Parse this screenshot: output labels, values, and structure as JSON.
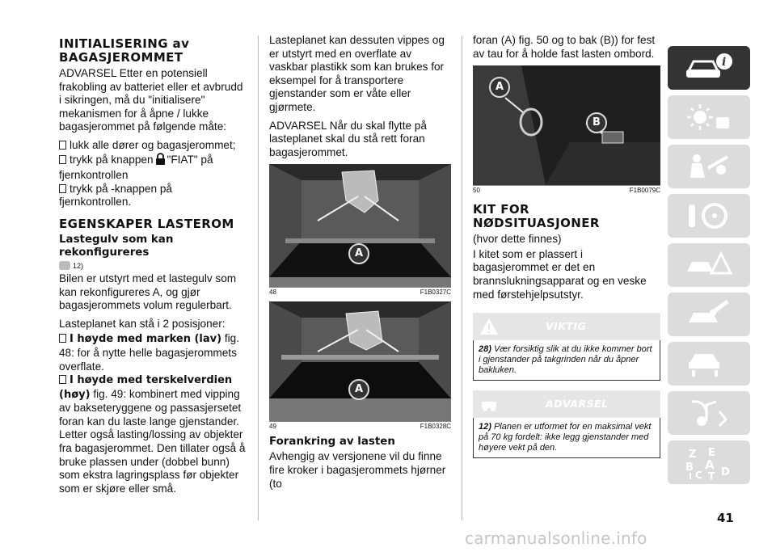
{
  "col1": {
    "heading1": "INITIALISERING av BAGASJEROMMET",
    "p1": "ADVARSEL Etter en potensiell frakobling av batteriet eller et avbrudd i sikringen, må du \"initialisere\" mekanismen for å åpne / lukke bagasjerommet på følgende måte:",
    "b1": "lukk alle dører og bagasjerommet;",
    "b2a": "trykk på knappen",
    "b2b": "\"FIAT\" på fjernkontrollen",
    "b3": "trykk på -knappen på fjernkontrollen.",
    "heading2": "EGENSKAPER LASTEROM",
    "sub1": "Lastegulv som kan rekonfigureres",
    "ref": "12)",
    "p2": "Bilen er utstyrt med et lastegulv som kan rekonfigureres A, og gjør bagasjerommets volum regulerbart.",
    "p3": "Lasteplanet kan stå i 2 posisjoner:",
    "b4bold": "I høyde med marken (lav)",
    "b4rest": " fig. 48: for å nytte helle bagasjerommets overflate.",
    "b5bold": "I høyde med terskelverdien (høy)",
    "b5rest": " fig. 49: kombinert med vipping av bakseteryggene og passasjersetet foran kan du laste lange gjenstander. Letter også lasting/lossing av objekter fra bagasjerommet. Den tillater også å bruke plassen under (dobbel bunn) som ekstra lagringsplass før objekter som er skjøre eller små."
  },
  "col2": {
    "p1": "Lasteplanet kan dessuten vippes og er utstyrt med en overflate av vaskbar plastikk som kan brukes for eksempel for å transportere gjenstander som er våte eller gjørmete.",
    "p2": "ADVARSEL Når du skal flytte på lasteplanet skal du stå rett foran bagasjerommet.",
    "fig48": {
      "num": "48",
      "code": "F1B0327C",
      "callout": "A"
    },
    "fig49": {
      "num": "49",
      "code": "F1B0328C",
      "callout": "A"
    },
    "sub1": "Forankring av lasten",
    "p3": "Avhengig av versjonene vil du finne fire kroker i bagasjerommets hjørner (to"
  },
  "col3": {
    "p1": "foran (A) fig. 50 og to bak (B)) for fest av tau for å holde fast lasten ombord.",
    "fig50": {
      "num": "50",
      "code": "F1B0079C",
      "calloutA": "A",
      "calloutB": "B"
    },
    "heading1": "KIT FOR NØDSITUASJONER",
    "p2": "(hvor dette finnes)",
    "p3": "I kitet som er plassert i bagasjerommet er det en brannslukningsapparat og en veske med førstehjelpsutstyr.",
    "note1": {
      "title": "VIKTIG",
      "num": "28)",
      "text": "Vær forsiktig slik at du ikke kommer bort i gjenstander på takgrinden når du åpner bakluken."
    },
    "note2": {
      "title": "ADVARSEL",
      "num": "12)",
      "text": "Planen er utformet for en maksimal vekt på 70 kg fordelt: ikke legg gjenstander med høyere vekt på den."
    }
  },
  "tabs": {
    "icons": [
      "car-info-icon",
      "dashboard-lights-icon",
      "airbag-seat-icon",
      "steering-key-icon",
      "warning-triangle-car-icon",
      "wrench-car-icon",
      "car-lift-icon",
      "music-phone-icon",
      "alphabet-index-icon"
    ],
    "index_letters": [
      "Z",
      "E",
      "B",
      "A",
      "C",
      "T",
      "D",
      "I"
    ]
  },
  "page_number": "41",
  "watermark": "carmanualsonline.info"
}
